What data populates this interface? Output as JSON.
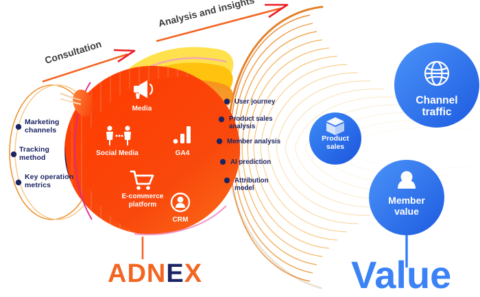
{
  "diagram": {
    "title": "ADNEX data funnel value diagram",
    "colors": {
      "orange": "#F26522",
      "orange_bright": "#F93E0A",
      "yellow": "#FFE14D",
      "gold": "#FFC20E",
      "magenta": "#E0278C",
      "navy": "#1B2463",
      "blue": "#2F7DF6",
      "blue_dark": "#1556D6"
    }
  },
  "arrows": [
    {
      "name": "consultation",
      "label": "Consultation"
    },
    {
      "name": "analysis",
      "label": "Analysis and insights"
    }
  ],
  "inputs": {
    "name": "input-ellipse",
    "items": [
      {
        "label": "Marketing channels"
      },
      {
        "label": "Tracking method"
      },
      {
        "label": "Key operation metrics"
      }
    ]
  },
  "sources": {
    "name": "data-sources",
    "items": [
      {
        "label": "Media",
        "icon": "megaphone-icon"
      },
      {
        "label": "Social Media",
        "icon": "people-icon"
      },
      {
        "label": "GA4",
        "icon": "bar-chart-icon"
      },
      {
        "label": "E-commerce platform",
        "icon": "shopping-cart-icon"
      },
      {
        "label": "CRM",
        "icon": "person-icon"
      }
    ]
  },
  "analysis": {
    "name": "analysis-output-list",
    "items": [
      {
        "label": "User journey"
      },
      {
        "label": "Product sales analysis"
      },
      {
        "label": "Member analysis"
      },
      {
        "label": "AI prediction"
      },
      {
        "label": "Attribution model"
      }
    ]
  },
  "outcomes": [
    {
      "name": "product-sales",
      "label": "Product sales",
      "icon": "box-icon"
    },
    {
      "name": "channel-traffic",
      "label": "Channel traffic",
      "icon": "globe-icon"
    },
    {
      "name": "member-value",
      "label": "Member value",
      "icon": "person-icon"
    }
  ],
  "brand": {
    "logo_text": "ADNEX",
    "logo_part_a": "ADN",
    "logo_part_b": "E",
    "logo_part_c": "X"
  },
  "value": {
    "label": "Value"
  }
}
